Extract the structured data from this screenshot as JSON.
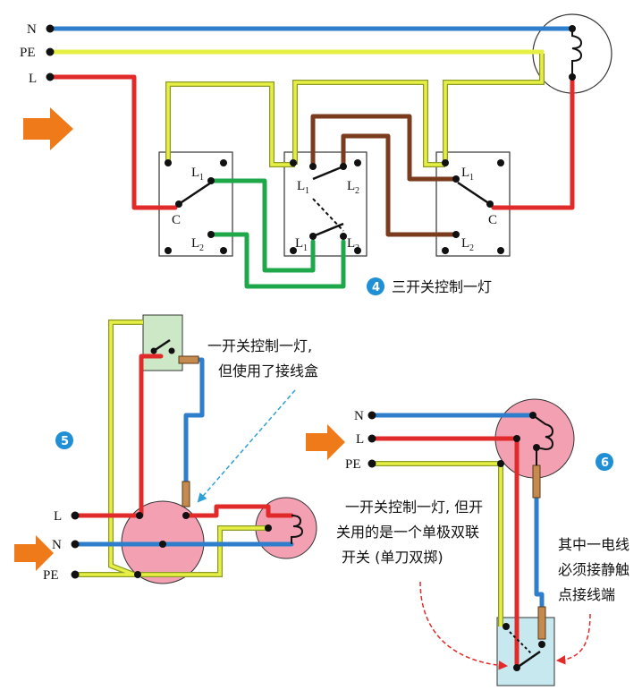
{
  "colors": {
    "neutral": "#2f7ecb",
    "earth": "#e6ef43",
    "earth_edge": "#8c9a2a",
    "live": "#e12a2a",
    "traveler_green": "#1fa84a",
    "traveler_brown": "#7a3b1e",
    "box_pink": "#f2a0b2",
    "switch_green": "#cde8c6",
    "switch_blue": "#c7e8ee",
    "arrow_orange": "#ef7a1a",
    "badge_blue": "#1f8fd6"
  },
  "diagram4": {
    "wire_labels": {
      "n": "N",
      "pe": "PE",
      "l": "L"
    },
    "left_switch": {
      "top_term": "L",
      "top_sub": "1",
      "common": "C",
      "bottom_term": "L",
      "bottom_sub": "2"
    },
    "middle_switch": {
      "tl": "L",
      "tl_sub": "1",
      "tr": "L",
      "tr_sub": "2",
      "bl": "L",
      "bl_sub": "1",
      "br": "L",
      "br_sub": "2"
    },
    "right_switch": {
      "top_term": "L",
      "top_sub": "1",
      "common": "C",
      "bottom_term": "L",
      "bottom_sub": "2"
    },
    "badge": "4",
    "caption": "三开关控制一灯"
  },
  "diagram5": {
    "badge": "5",
    "wire_labels": {
      "l": "L",
      "n": "N",
      "pe": "PE"
    },
    "note_line1": "一开关控制一灯,",
    "note_line2": "但使用了接线盒"
  },
  "diagram6": {
    "badge": "6",
    "wire_labels": {
      "n": "N",
      "l": "L",
      "pe": "PE"
    },
    "note_left_line1": "一开关控制一灯, 但开",
    "note_left_line2": "关用的是一个单极双联",
    "note_left_line3": "开关 (单刀双掷)",
    "note_right_line1": "其中一电线",
    "note_right_line2": "必须接静触",
    "note_right_line3": "点接线端"
  }
}
